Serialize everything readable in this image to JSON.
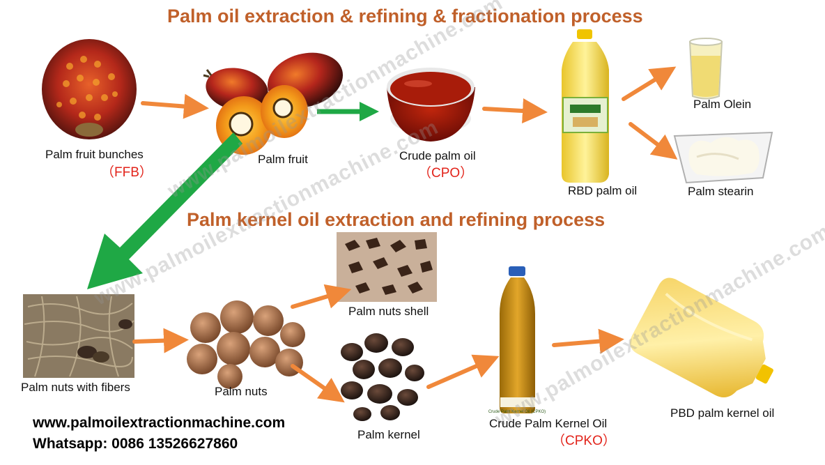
{
  "titles": {
    "palm_oil": "Palm oil extraction & refining & fractionation process",
    "kernel_oil": "Palm kernel oil extraction and refining process"
  },
  "labels": {
    "palm_fruit_bunches": "Palm fruit bunches",
    "ffb": "（FFB）",
    "palm_fruit": "Palm fruit",
    "crude_palm_oil": "Crude palm oil",
    "cpo": "（CPO）",
    "rbd_palm_oil": "RBD palm oil",
    "palm_olein": "Palm Olein",
    "palm_stearin": "Palm stearin",
    "palm_nuts_with_fibers": "Palm nuts with fibers",
    "palm_nuts": "Palm nuts",
    "palm_nuts_shell": "Palm nuts shell",
    "palm_kernel": "Palm kernel",
    "crude_palm_kernel_oil": "Crude Palm Kernel Oil",
    "cpko": "（CPKO）",
    "pbd_palm_kernel_oil": "PBD palm kernel oil",
    "bottle_label": "Crude Palm Kernel Oil (CPKO)"
  },
  "footer": {
    "website": "www.palmoilextractionmachine.com",
    "whatsapp": "Whatsapp: 0086 13526627860"
  },
  "watermark": "www.palmoilextractionmachine.com",
  "colors": {
    "title": "#c0602a",
    "code": "#e2231a",
    "arrow_orange": "#f0883a",
    "arrow_green": "#1fa845"
  }
}
